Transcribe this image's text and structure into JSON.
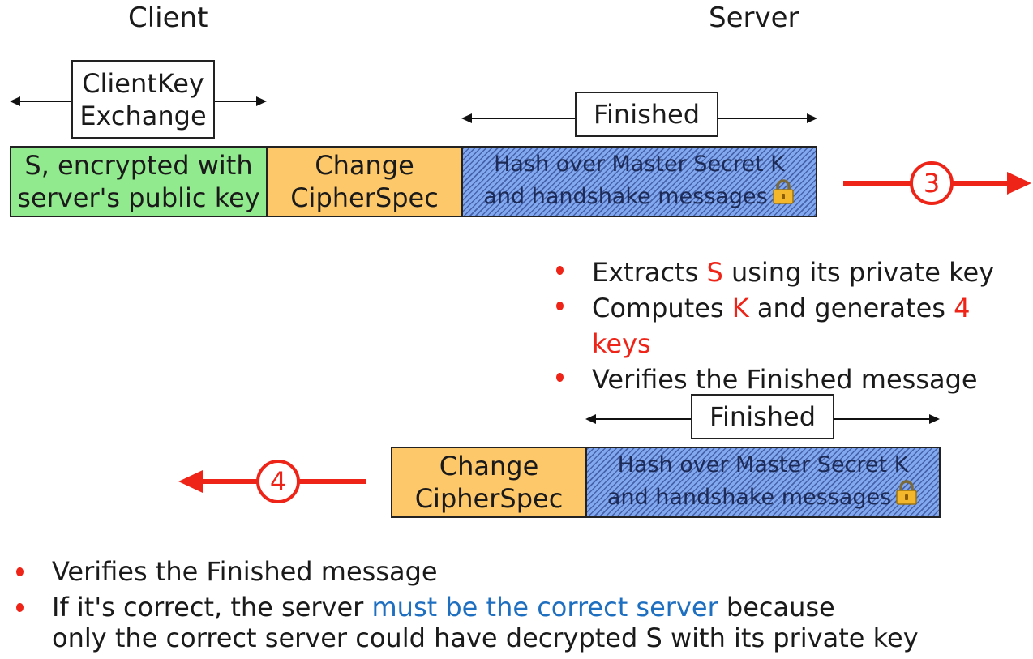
{
  "headings": {
    "client": "Client",
    "server": "Server"
  },
  "step3": {
    "client_key_exchange": {
      "line1": "ClientKey",
      "line2": "Exchange"
    },
    "encrypted_box": {
      "line1": "S, encrypted with",
      "line2": "server's public key"
    },
    "change_cipher_spec": {
      "line1": "Change",
      "line2": "CipherSpec"
    },
    "finished_label": "Finished",
    "hash_box": {
      "line1": "Hash over Master Secret K",
      "line2": "and handshake messages"
    },
    "step_number": "3"
  },
  "server_actions": [
    {
      "pre": "Extracts ",
      "highlight": "S",
      "post": " using its private key"
    },
    {
      "pre": "Computes ",
      "highlight": "K",
      "mid": " and generates ",
      "highlight2": "4 keys"
    },
    {
      "pre": "Verifies the Finished message"
    }
  ],
  "step4": {
    "change_cipher_spec": {
      "line1": "Change",
      "line2": "CipherSpec"
    },
    "finished_label": "Finished",
    "hash_box": {
      "line1": "Hash over Master Secret K",
      "line2": "and handshake messages"
    },
    "step_number": "4"
  },
  "client_actions": [
    {
      "text": "Verifies the Finished message"
    },
    {
      "pre": "If it's correct, the server ",
      "highlight": "must be the correct server",
      "post": " because",
      "line2": "only the correct server could have decrypted S with its private key"
    }
  ],
  "colors": {
    "red": "#ee2418",
    "blue": "#1f6fc0",
    "green_box": "#92ea8e",
    "orange_box": "#fdc86a",
    "hatched_box": "#82a8f0"
  },
  "icons": [
    "lock-icon"
  ]
}
